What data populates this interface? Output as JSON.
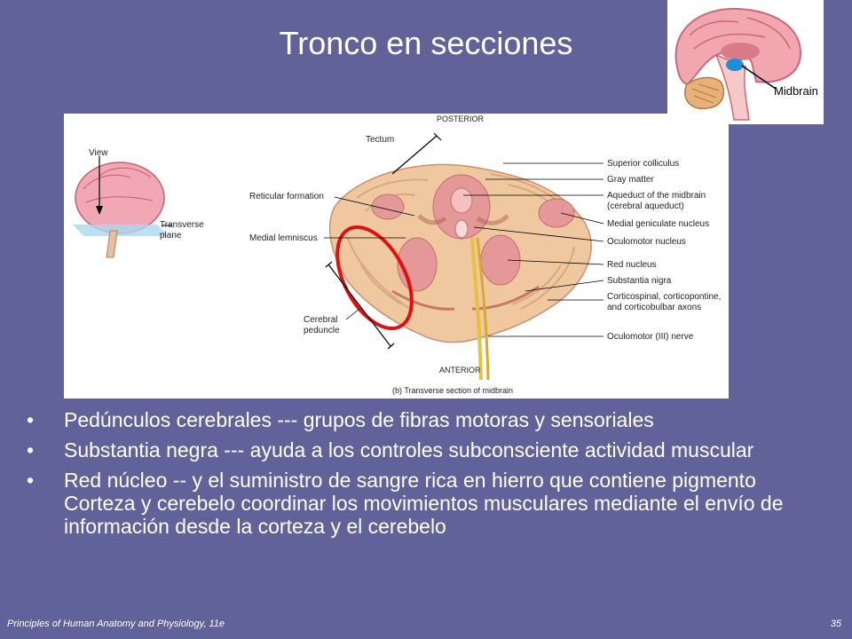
{
  "slide": {
    "title": "Tronco en secciones",
    "inset_label": "Midbrain",
    "bullets": [
      "Pedúnculos cerebrales --- grupos de fibras motoras y sensoriales",
      "Substantia negra --- ayuda a los controles subconsciente actividad muscular",
      "Red núcleo -- y el suministro de sangre rica en hierro que contiene pigmento",
      "Corteza y cerebelo coordinar los movimientos musculares mediante el envío de información desde la corteza y el cerebelo"
    ],
    "footer_left": "Principles of Human Anatomy and Physiology, 11e",
    "page_number": "35"
  },
  "figure": {
    "posterior": "POSTERIOR",
    "anterior": "ANTERIOR",
    "caption": "(b) Transverse section of midbrain",
    "view": "View",
    "transverse_plane_1": "Transverse",
    "transverse_plane_2": "plane",
    "left_labels": {
      "tectum": "Tectum",
      "reticular_formation": "Reticular formation",
      "medial_lemniscus": "Medial lemniscus",
      "cerebral_peduncle_1": "Cerebral",
      "cerebral_peduncle_2": "peduncle"
    },
    "right_labels": {
      "superior_colliculus": "Superior colliculus",
      "gray_matter": "Gray matter",
      "aqueduct_1": "Aqueduct of the midbrain",
      "aqueduct_2": "(cerebral aqueduct)",
      "medial_geniculate": "Medial geniculate nucleus",
      "oculomotor_nucleus": "Oculomotor nucleus",
      "red_nucleus": "Red nucleus",
      "substantia_nigra": "Substantia nigra",
      "corticospinal_1": "Corticospinal, corticopontine,",
      "corticospinal_2": "and corticobulbar axons",
      "oculomotor_nerve": "Oculomotor (III) nerve"
    }
  },
  "colors": {
    "background": "#62629a",
    "highlight_ring": "#e01010",
    "tissue": "#f0c8a0",
    "nucleus": "#e8908a"
  }
}
